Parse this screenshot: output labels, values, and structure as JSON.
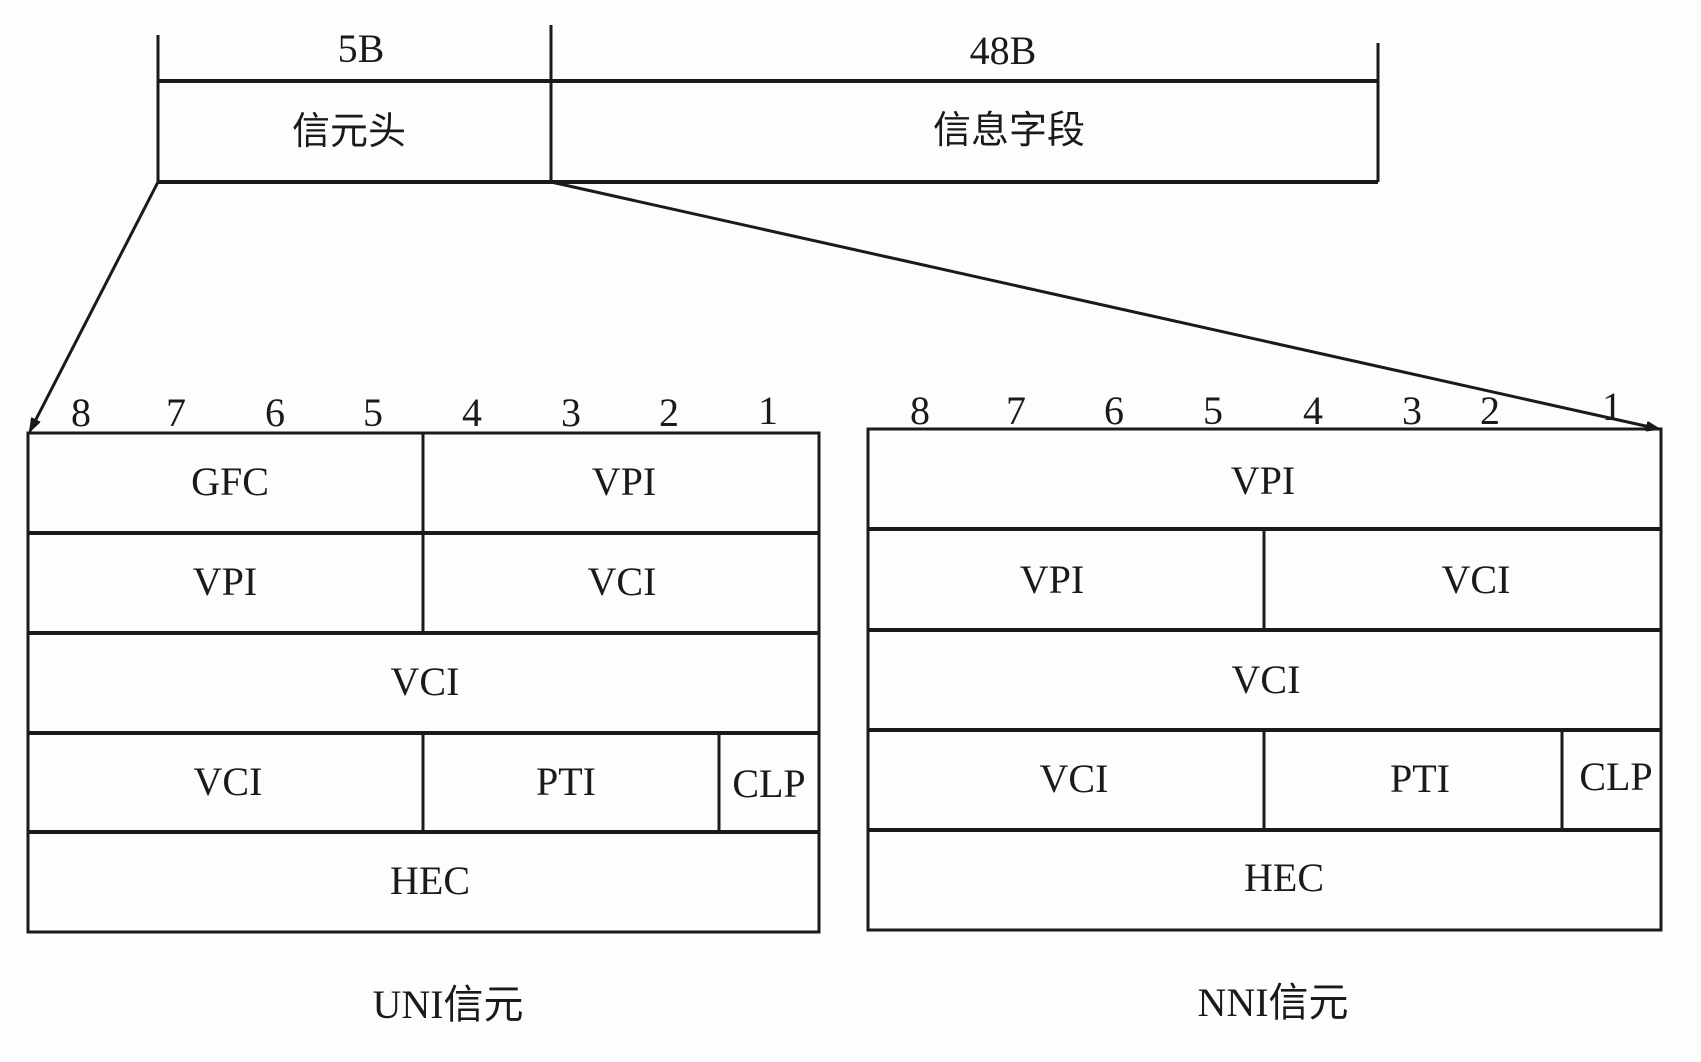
{
  "top": {
    "header_size": "5B",
    "payload_size": "48B",
    "header_label": "信元头",
    "payload_label": "信息字段"
  },
  "bits": [
    "8",
    "7",
    "6",
    "5",
    "4",
    "3",
    "2",
    "1"
  ],
  "uni": {
    "caption": "UNI信元",
    "rows": [
      [
        "GFC",
        "VPI"
      ],
      [
        "VPI",
        "VCI"
      ],
      [
        "VCI"
      ],
      [
        "VCI",
        "PTI",
        "CLP"
      ],
      [
        "HEC"
      ]
    ]
  },
  "nni": {
    "caption": "NNI信元",
    "rows": [
      [
        "VPI"
      ],
      [
        "VPI",
        "VCI"
      ],
      [
        "VCI"
      ],
      [
        "VCI",
        "PTI",
        "CLP"
      ],
      [
        "HEC"
      ]
    ]
  },
  "colors": {
    "ink": "#1a1a1a",
    "paper": "#fdfdfb"
  }
}
